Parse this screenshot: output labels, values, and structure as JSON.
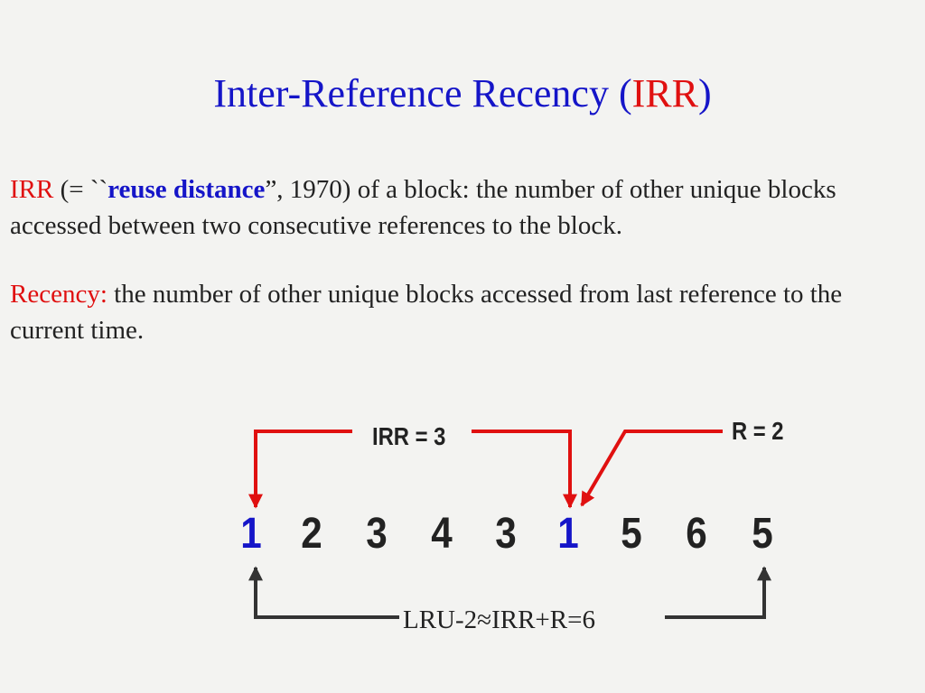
{
  "title": {
    "main": "Inter-Reference Recency (",
    "accent": "IRR",
    "close": ")"
  },
  "definition_irr": {
    "term": "IRR",
    "open": " (= ``",
    "highlight": "reuse distance",
    "rest": "”, 1970) of a block: the number of other unique blocks accessed between two consecutive references to the block."
  },
  "definition_recency": {
    "term": "Recency:",
    "rest": " the number of other unique blocks accessed from last reference to the current time."
  },
  "sequence": [
    "1",
    "2",
    "3",
    "4",
    "3",
    "1",
    "5",
    "6",
    "5"
  ],
  "labels": {
    "irr": "IRR = 3",
    "recency": "R = 2",
    "lru2": "LRU-2≈IRR+R=6"
  },
  "colors": {
    "title": "#1515c8",
    "accent": "#e01010",
    "arrow_red": "#e01010",
    "arrow_dark": "#333333"
  }
}
